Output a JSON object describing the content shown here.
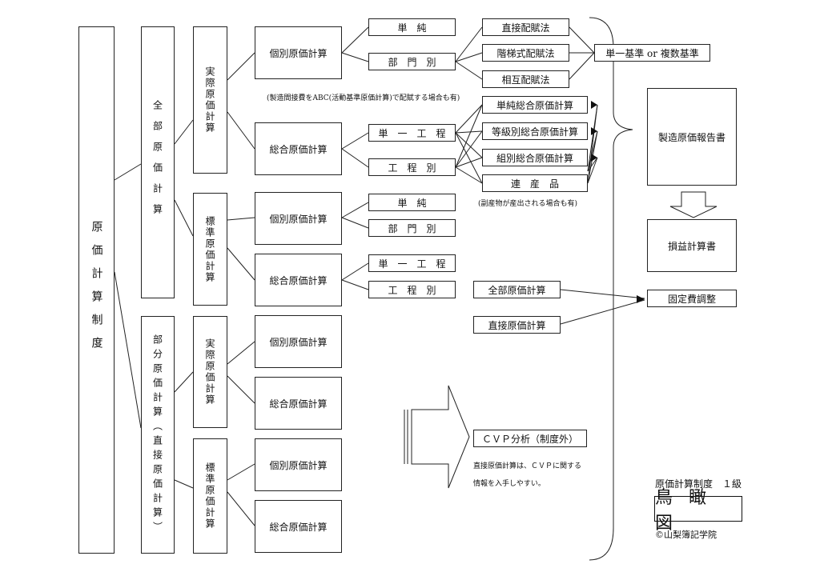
{
  "root": "原価計算制度",
  "full_cost": "全部原価計算",
  "partial_cost": "部分原価計算（直接原価計算）",
  "actual": "実際原価計算",
  "standard": "標準原価計算",
  "individual": "個別原価計算",
  "process": "総合原価計算",
  "simple": "単　純",
  "department": "部　門　別",
  "single_process": "単　一　工　程",
  "process_by": "工　程　別",
  "direct_allocation": "直接配賦法",
  "step_allocation": "階梯式配賦法",
  "reciprocal_allocation": "相互配賦法",
  "basis": "単一基準 or 複数基準",
  "abc_note": "(製造間接費をABC(活動基準原価計算)で配賦する場合も有)",
  "simple_process": "単純総合原価計算",
  "grade_process": "等級別総合原価計算",
  "group_process": "組別総合原価計算",
  "joint_products": "連　産　品",
  "byproduct_note": "(副産物が産出される場合も有)",
  "full_cost_calc": "全部原価計算",
  "direct_cost_calc": "直接原価計算",
  "manufacturing_report": "製造原価報告書",
  "income_statement": "損益計算書",
  "fixed_cost_adjust": "固定費調整",
  "cvp": "ＣＶＰ分析（制度外）",
  "cvp_note_1": "直接原価計算は、ＣＶＰに関する",
  "cvp_note_2": "情報を入手しやすい。",
  "footer_label": "原価計算制度　１級",
  "footer_title": "鳥瞰図",
  "copyright": "©山梨簿記学院"
}
